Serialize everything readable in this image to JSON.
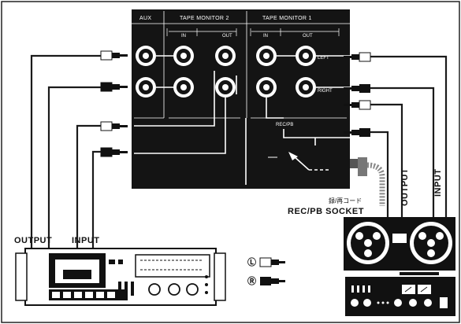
{
  "panel": {
    "aux": "AUX",
    "tape_monitor_2": "TAPE MONITOR 2",
    "tape_monitor_1": "TAPE MONITOR 1",
    "in_2": "IN",
    "out_2": "OUT",
    "in_1": "IN",
    "out_1": "OUT",
    "left": "LEFT",
    "right": "RIGHT",
    "rec_pb": "REC/PB"
  },
  "labels": {
    "rec_pb_cord_jp": "録/再コード",
    "rec_pb_socket": "REC/PB SOCKET",
    "deck_output": "OUTPUT",
    "deck_input": "INPUT",
    "reel_output": "OUTPUT",
    "reel_input": "INPUT",
    "legend_left": "Ⓛ",
    "legend_right": "Ⓡ"
  },
  "colors": {
    "panel": "#141414",
    "line": "#1a1a1a",
    "paper": "#ffffff"
  }
}
